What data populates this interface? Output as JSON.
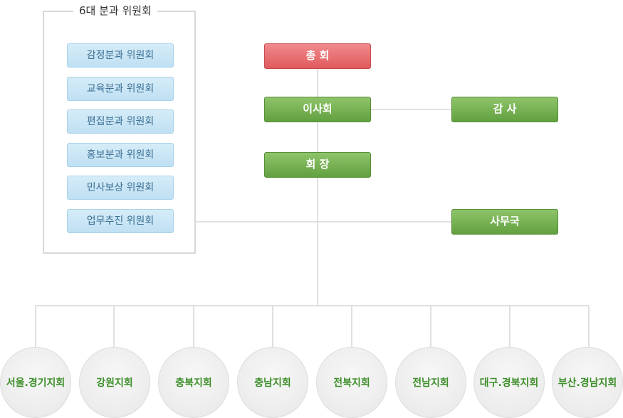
{
  "committees": {
    "title": "6대 분과 위원회",
    "items": [
      "감정분과 위원회",
      "교육분과 위원회",
      "편집분과 위원회",
      "홍보분과 위원회",
      "민사보상 위원회",
      "업무추진 위원회"
    ]
  },
  "org": {
    "general_assembly": "총 회",
    "board": "이사회",
    "auditor": "감 사",
    "chairman": "회 장",
    "secretariat": "사무국"
  },
  "branches": [
    "서울.경기지회",
    "강원지회",
    "충북지회",
    "충남지회",
    "전북지회",
    "전남지회",
    "대구.경북지회",
    "부산.경남지회"
  ],
  "colors": {
    "line": "#d6d6d6",
    "red_node": "#e05a5d",
    "green_node": "#62a040",
    "committee_fill": "#c6e4f5",
    "committee_text": "#3b6f93",
    "branch_text": "#3e8f2a"
  }
}
